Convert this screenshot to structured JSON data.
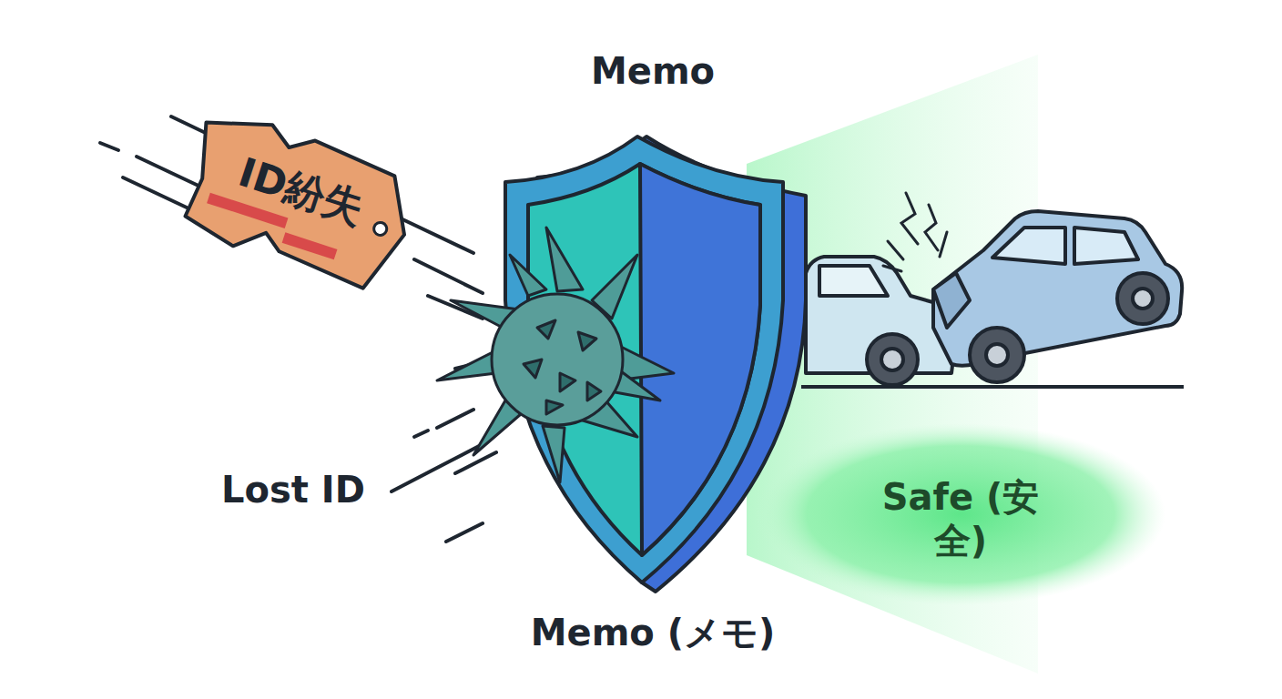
{
  "diagram": {
    "nodes": [
      {
        "text": [
          "ID紛失"
        ]
      },
      {
        "text": [
          "Safe (安全)"
        ]
      }
    ],
    "labels": [
      "Memo",
      "Lost ID",
      "Memo (メモ)"
    ]
  }
}
